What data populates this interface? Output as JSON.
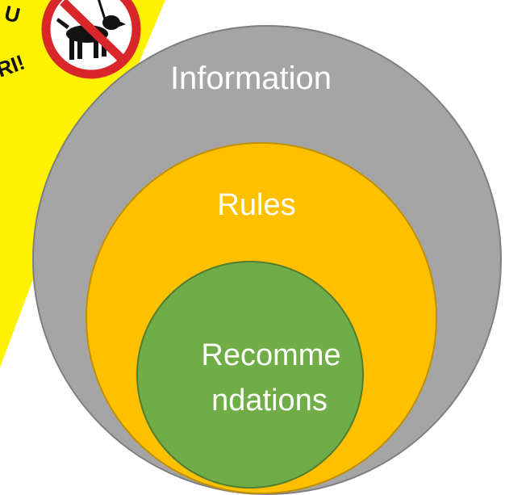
{
  "diagram": {
    "outer": {
      "label": "Information",
      "fill": "#a5a5a5",
      "stroke": "#7f7f7f"
    },
    "middle": {
      "label": "Rules",
      "fill": "#ffc000",
      "stroke": "#bf9000"
    },
    "inner": {
      "label_line1": "Recomme",
      "label_line2": "ndations",
      "fill": "#70ad47",
      "stroke": "#507e32"
    }
  },
  "background_sign": {
    "fill": "#fff200",
    "text_fragments": [
      "U",
      "RI!"
    ],
    "icon": "no-dogs-sign-icon"
  }
}
